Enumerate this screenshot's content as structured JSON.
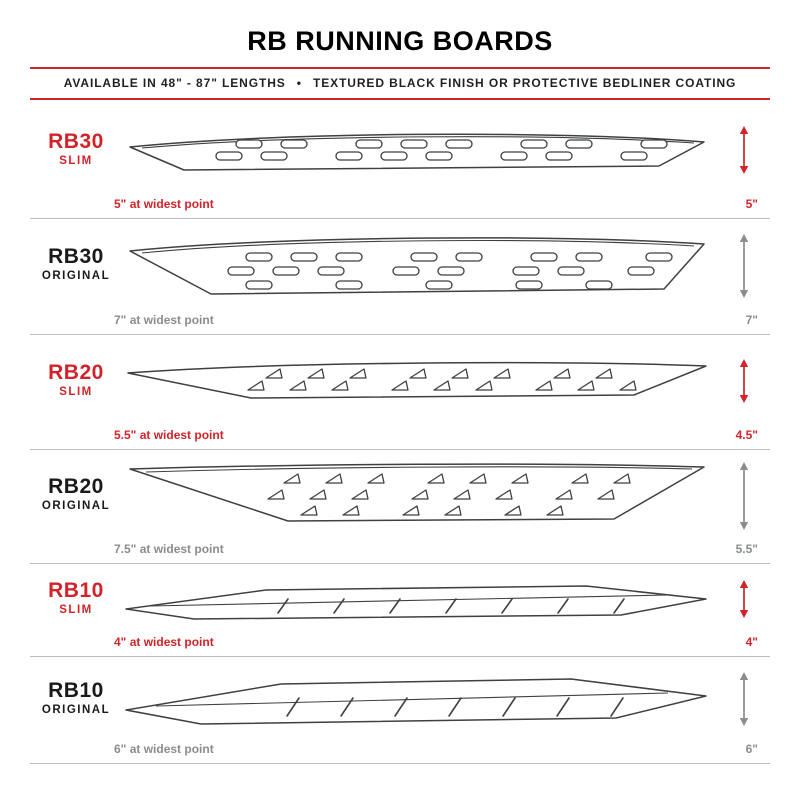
{
  "header": {
    "title": "RB RUNNING BOARDS",
    "subtitle": "AVAILABLE IN 48\" - 87\" LENGTHS  •  TEXTURED BLACK FINISH OR PROTECTIVE BEDLINER COATING"
  },
  "colors": {
    "accent_red": "#d2232a",
    "measure_gray": "#8a8c8e",
    "divider_gray": "#bcbec0",
    "line_dark": "#3f4041"
  },
  "sections": [
    {
      "model": "RB30",
      "variant": "SLIM",
      "theme": "red",
      "shape": "rb30-slim",
      "width_label": "5\" at widest point",
      "height_label": "5\""
    },
    {
      "model": "RB30",
      "variant": "ORIGINAL",
      "theme": "dark",
      "shape": "rb30-original",
      "width_label": "7\" at widest point",
      "height_label": "7\""
    },
    {
      "model": "RB20",
      "variant": "SLIM",
      "theme": "red",
      "shape": "rb20-slim",
      "width_label": "5.5\" at widest point",
      "height_label": "4.5\""
    },
    {
      "model": "RB20",
      "variant": "ORIGINAL",
      "theme": "dark",
      "shape": "rb20-original",
      "width_label": "7.5\" at widest point",
      "height_label": "5.5\""
    },
    {
      "model": "RB10",
      "variant": "SLIM",
      "theme": "red",
      "shape": "rb10-slim",
      "width_label": "4\" at widest point",
      "height_label": "4\""
    },
    {
      "model": "RB10",
      "variant": "ORIGINAL",
      "theme": "dark",
      "shape": "rb10-original",
      "width_label": "6\" at widest point",
      "height_label": "6\""
    }
  ]
}
